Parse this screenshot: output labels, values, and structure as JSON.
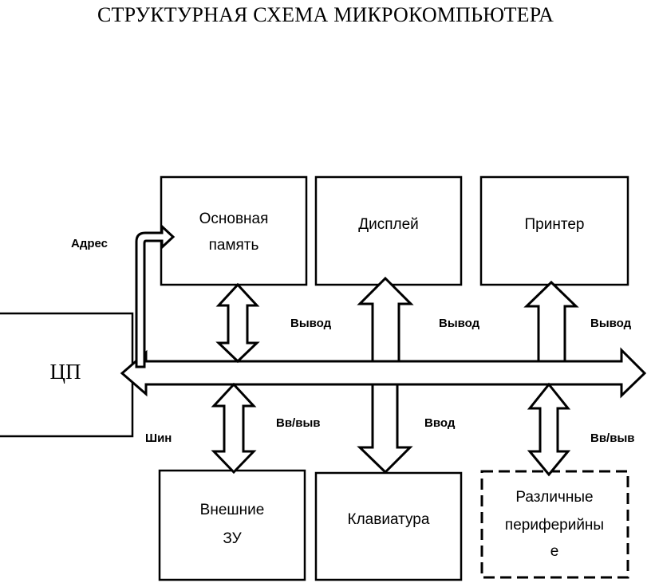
{
  "title": "СТРУКТУРНАЯ СХЕМА МИКРОКОМПЬЮТЕРА",
  "blocks": {
    "cpu": "ЦП",
    "memory": [
      "Основная",
      "память"
    ],
    "display": "Дисплей",
    "printer": "Принтер",
    "external_storage": [
      "Внешние",
      "ЗУ"
    ],
    "keyboard": "Клавиатура",
    "peripherals": [
      "Различные",
      "периферийны",
      "е"
    ]
  },
  "labels": {
    "address": "Адрес",
    "bus": "Шин",
    "out_memory": "Вывод",
    "out_display": "Вывод",
    "out_printer": "Вывод",
    "io_storage": "Вв/выв",
    "input_keyboard": "Ввод",
    "io_peripherals": "Вв/выв"
  }
}
